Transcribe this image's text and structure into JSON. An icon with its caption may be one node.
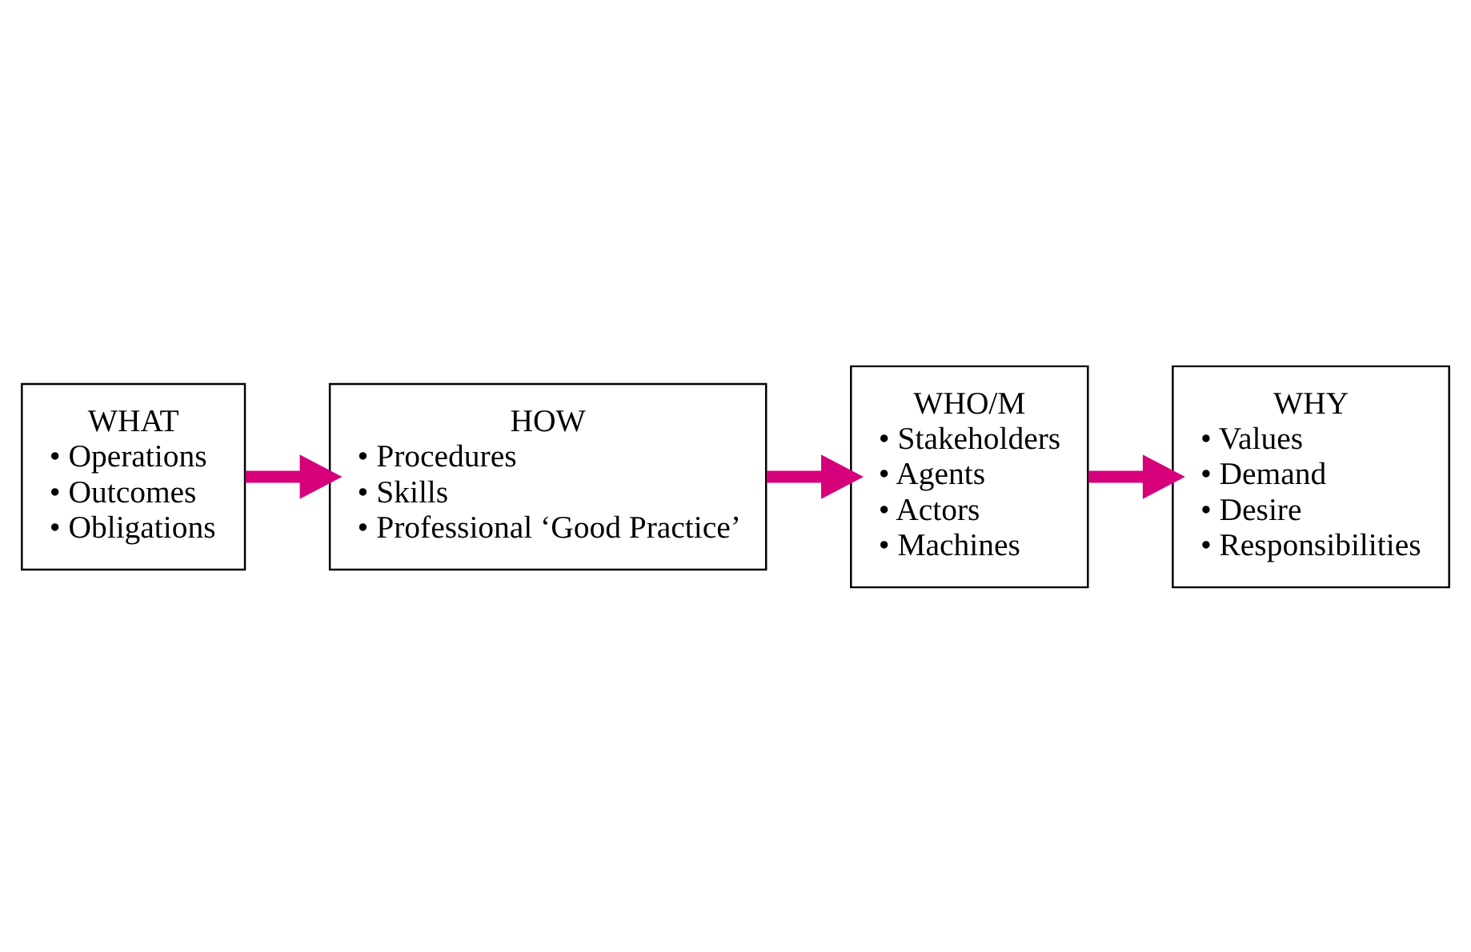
{
  "diagram": {
    "nodes": [
      {
        "text": [
          "WHAT",
          "• Operations",
          "• Outcomes",
          "• Obligations"
        ]
      },
      {
        "text": [
          "HOW",
          "• Procedures",
          "• Skills",
          "• Professional ‘Good Practice’"
        ]
      },
      {
        "text": [
          "WHO/M",
          "• Stakeholders",
          "• Agents",
          "• Actors",
          "• Machines"
        ]
      },
      {
        "text": [
          "WHY",
          "• Values",
          "• Demand",
          "• Desire",
          "• Responsibilities"
        ]
      }
    ],
    "edges": [
      {
        "from": 0,
        "to": 1,
        "arrow": "to"
      },
      {
        "from": 1,
        "to": 2,
        "arrow": "to"
      },
      {
        "from": 2,
        "to": 3,
        "arrow": "to"
      }
    ]
  }
}
